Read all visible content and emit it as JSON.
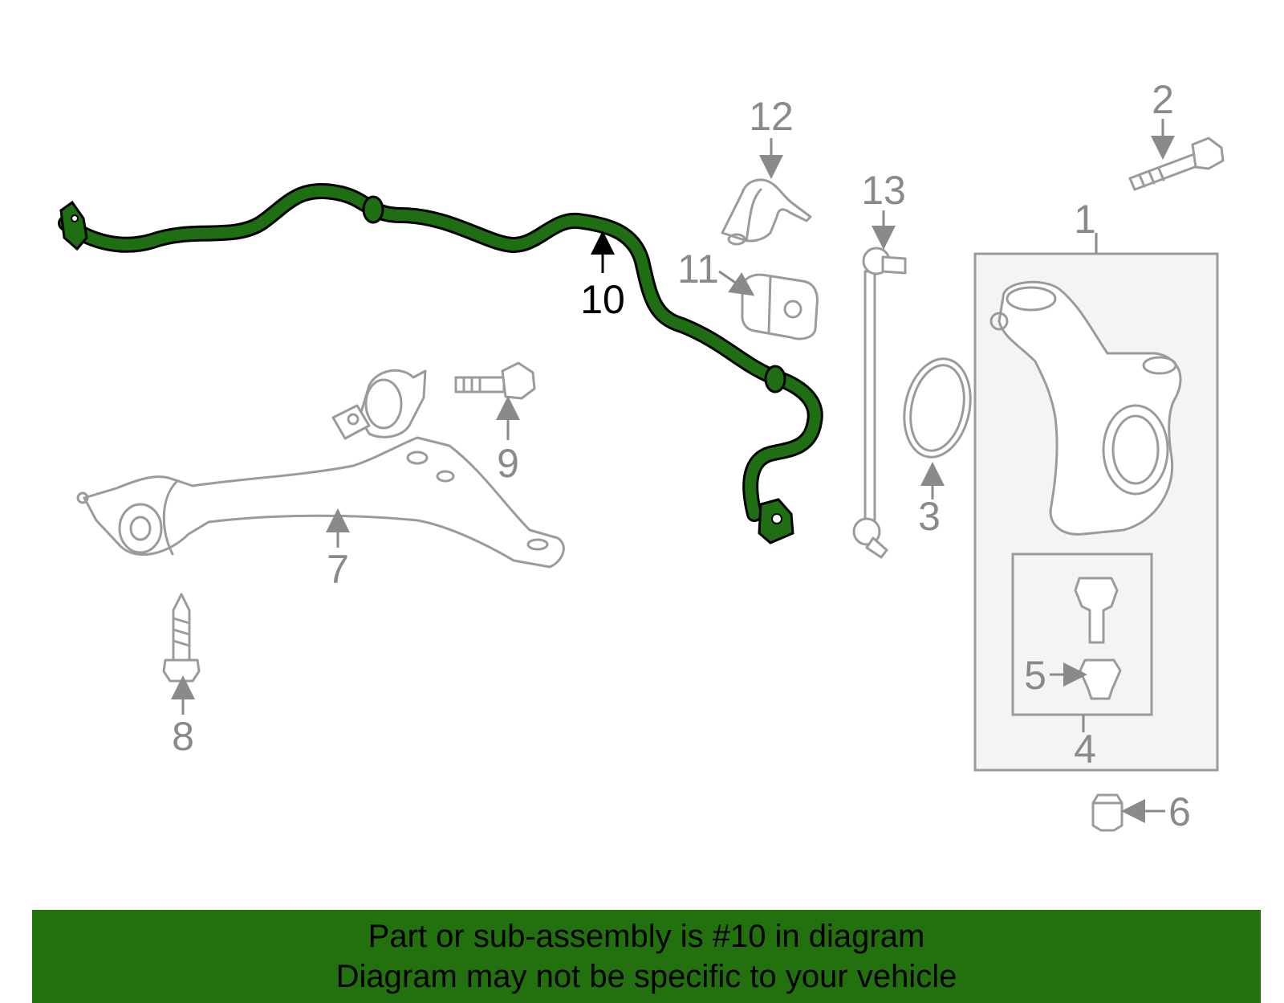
{
  "diagram": {
    "highlight_color": "#1f6e14",
    "banner_color": "#23700f",
    "line_color": "#9b9b9b",
    "callouts": [
      {
        "id": "1",
        "label": "1"
      },
      {
        "id": "2",
        "label": "2"
      },
      {
        "id": "3",
        "label": "3"
      },
      {
        "id": "4",
        "label": "4"
      },
      {
        "id": "5",
        "label": "5"
      },
      {
        "id": "6",
        "label": "6"
      },
      {
        "id": "7",
        "label": "7"
      },
      {
        "id": "8",
        "label": "8"
      },
      {
        "id": "9",
        "label": "9"
      },
      {
        "id": "10",
        "label": "10",
        "highlighted": true
      },
      {
        "id": "11",
        "label": "11"
      },
      {
        "id": "12",
        "label": "12"
      },
      {
        "id": "13",
        "label": "13"
      }
    ]
  },
  "banner": {
    "line1": "Part or sub-assembly is #10 in diagram",
    "line2": "Diagram may not be specific to your vehicle"
  }
}
